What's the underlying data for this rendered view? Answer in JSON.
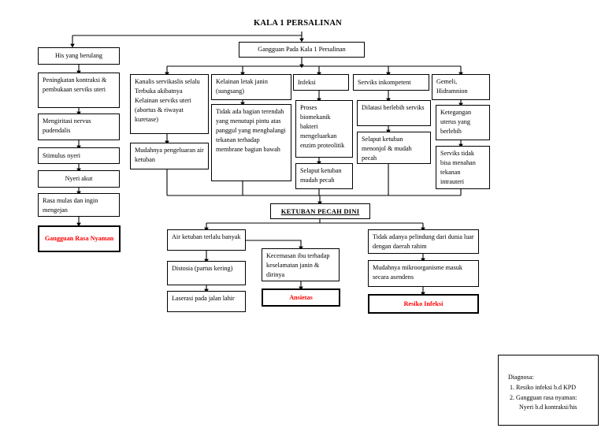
{
  "diagram": {
    "title": "KALA 1 PERSALINAN",
    "central_node": "Gangguan Pada Kala 1 Persalinan",
    "kpd_node": "KETUBAN PECAH DINI",
    "accent_red": "#ff0000",
    "line_color": "#000000",
    "pain_branch": [
      "His yang berulang",
      "Peningkatan kontraksi & pembukaan serviks uteri",
      "Mengiritasi nervus pudendalis",
      "Stimulus nyeri",
      "Nyeri akut",
      "Rasa mulas dan ingin mengejan"
    ],
    "pain_outcome": "Gangguan Rasa Nyaman",
    "causes": [
      {
        "head": "Kanalis servikaslis selalu Terbuka akibatnya Kelainan serviks uteri (abortus & riwayat kuretase)",
        "steps": [
          "Mudahnya pengeluaran air ketuban"
        ]
      },
      {
        "head": "Kelainan letak janin (sungsang)",
        "steps": [
          "Tidak ada bagian terendah yang menutupi pintu atas panggul yang menghalangi tekanan terhadap membrane bagian bawah"
        ]
      },
      {
        "head": "Infeksi",
        "steps": [
          "Proses biomekanik bakteri mengeluarkan enzim proteolitik",
          "Selaput ketuban mudah pecah"
        ]
      },
      {
        "head": "Serviks inkompetent",
        "steps": [
          "Dilatasi berlebih serviks",
          "Selaput ketuban menonjol & mudah pecah"
        ]
      },
      {
        "head": "Gemeli, Hidramnion",
        "steps": [
          "Ketegangan uterus yang berlebih",
          "Serviks tidak bisa menahan tekanan intrauteri"
        ]
      }
    ],
    "consequences": {
      "left_chain": [
        "Air ketuban terlalu banyak",
        "Distosia (partus kering)",
        "Laserasi pada jalan lahir"
      ],
      "middle_chain": [
        "Kecemasan ibu terhadap  keselamatan janin & dirinya"
      ],
      "middle_outcome": "Ansietas",
      "right_chain": [
        "Tidak adanya pelindung dari dunia luar dengan daerah rahim",
        "Mudahnya mikroorganisme masuk secara asendens"
      ],
      "right_outcome": "Resiko Infeksi"
    },
    "legend": {
      "heading": "Diagnosa:",
      "items": [
        "Resiko infeksi b.d KPD",
        "Gangguan rasa nyaman:"
      ],
      "item2_line2": "Nyeri b.d kontraksi/his"
    }
  }
}
